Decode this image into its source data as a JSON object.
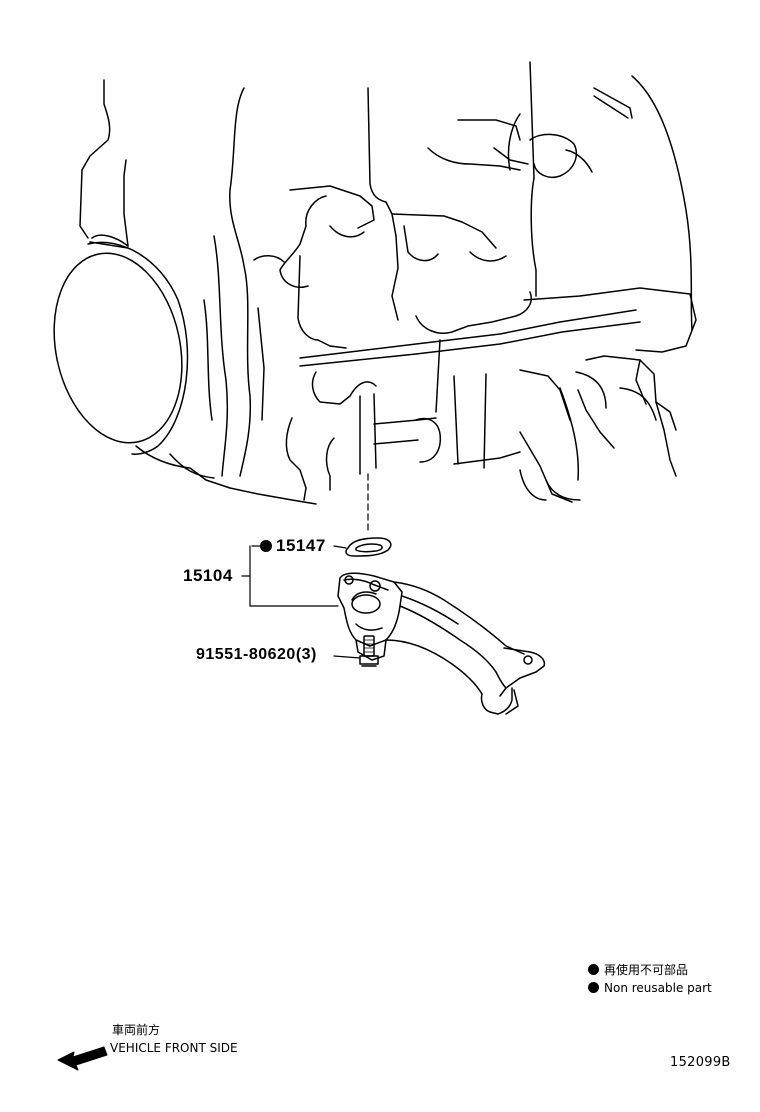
{
  "callouts": {
    "gasket": "15147",
    "oil_strainer_assy": "15104",
    "bolt": "91551-80620(3)"
  },
  "legend": {
    "non_reusable_jp": "再使用不可部品",
    "non_reusable_en": "Non  reusable part"
  },
  "orientation": {
    "label_jp": "車両前方",
    "label_en": "VEHICLE FRONT SIDE"
  },
  "illustration_code": "152099B",
  "colors": {
    "line": "#000000",
    "background": "#ffffff"
  },
  "icons": [
    "non-reusable-dot-icon",
    "front-arrow-icon"
  ]
}
